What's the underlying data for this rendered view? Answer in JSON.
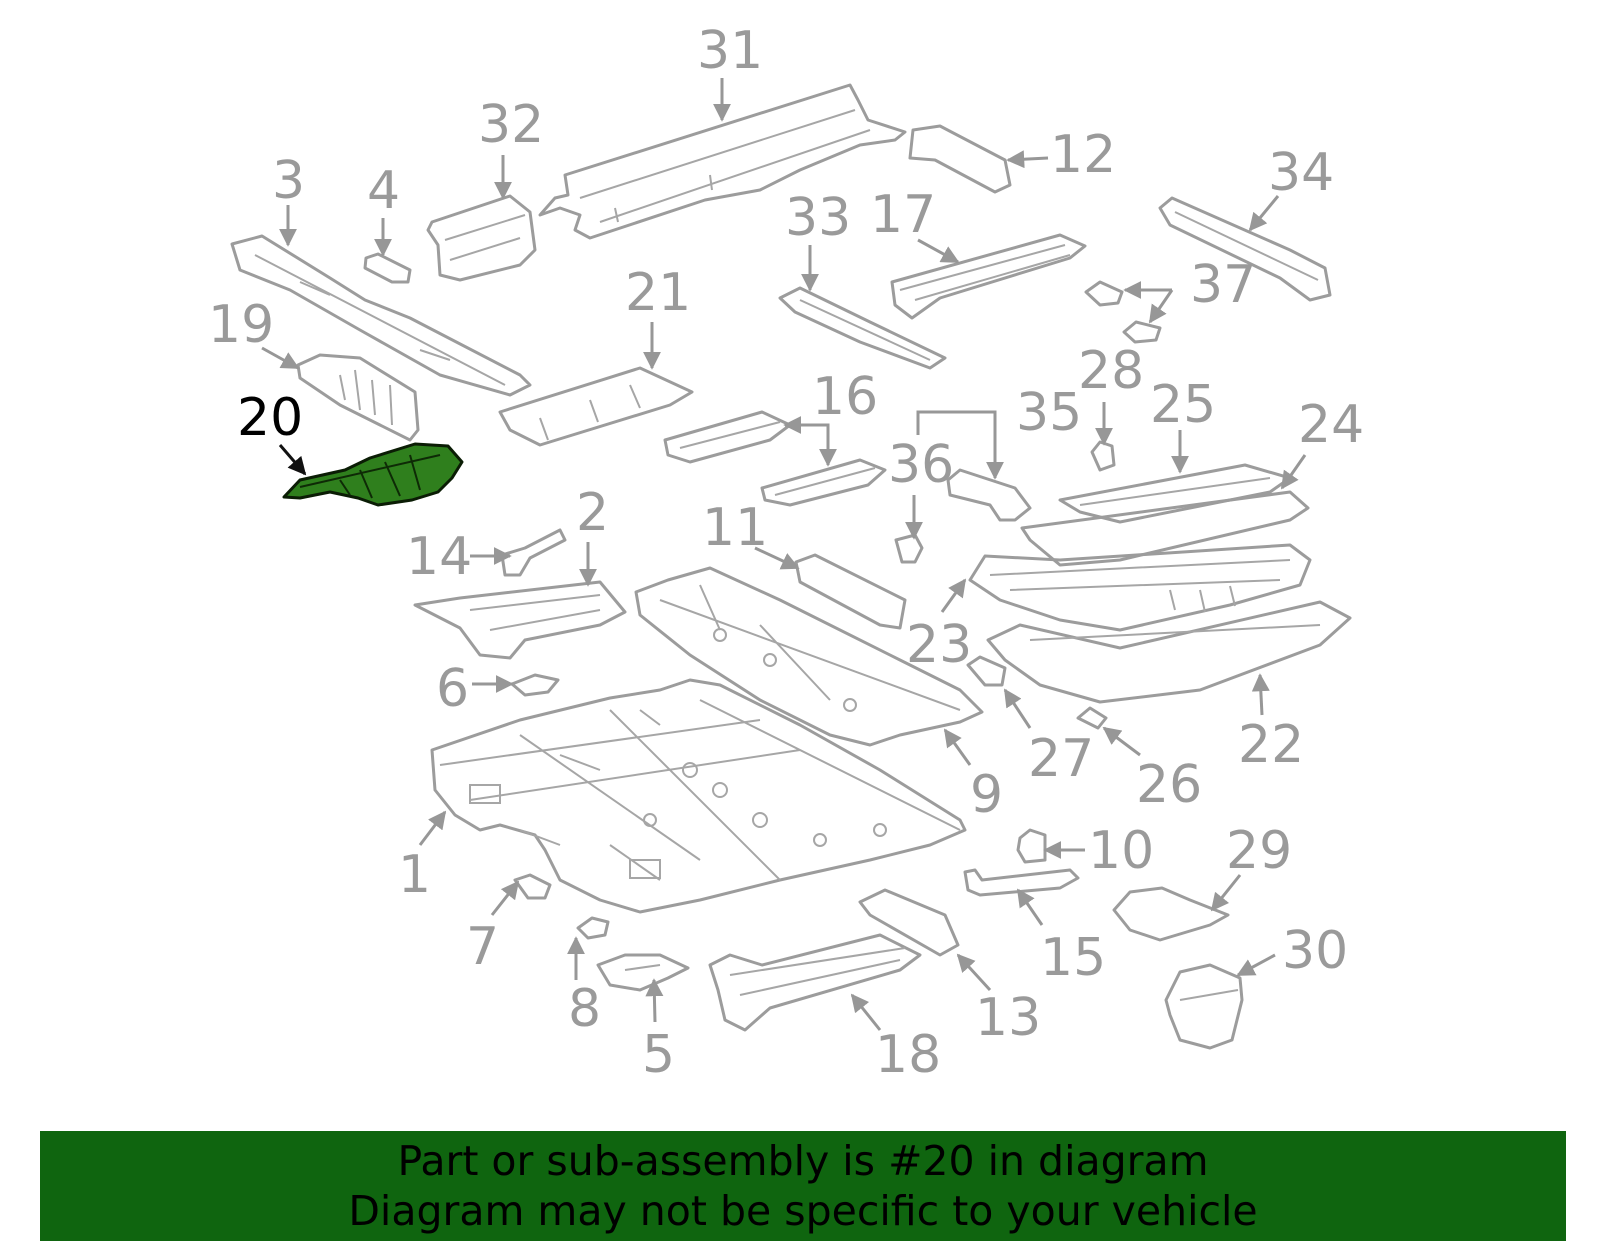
{
  "diagram": {
    "highlighted_part": "20",
    "callouts": [
      "1",
      "2",
      "3",
      "4",
      "5",
      "6",
      "7",
      "8",
      "9",
      "10",
      "11",
      "12",
      "13",
      "14",
      "15",
      "16",
      "17",
      "18",
      "19",
      "20",
      "21",
      "22",
      "23",
      "24",
      "25",
      "26",
      "27",
      "28",
      "29",
      "30",
      "31",
      "32",
      "33",
      "34",
      "35",
      "36",
      "37"
    ]
  },
  "banner": {
    "line1": "Part or sub-assembly is #20 in diagram",
    "line2": "Diagram may not be specific to your vehicle",
    "color": "#0f650f"
  },
  "colors": {
    "part_line": "#9c9c9c",
    "highlight_fill": "#2f7f1d",
    "highlight_label": "#000000"
  }
}
